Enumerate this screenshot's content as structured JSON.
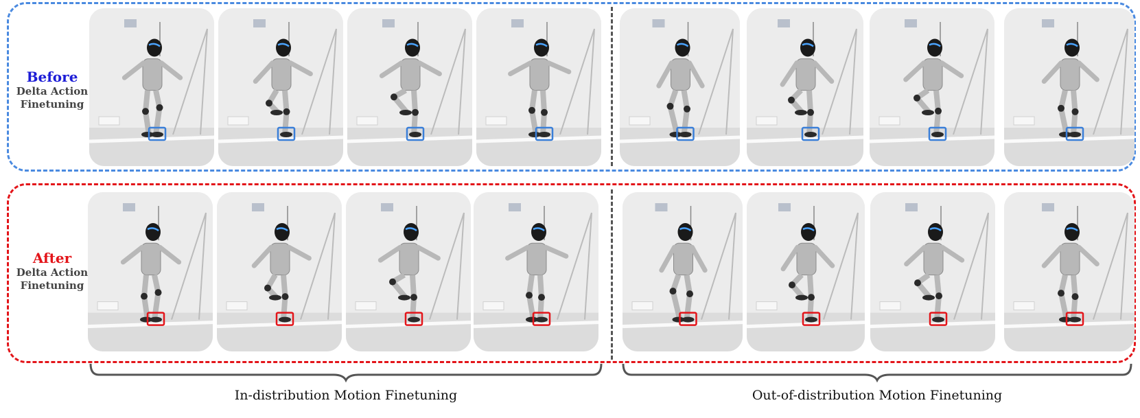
{
  "rows": {
    "before": {
      "title": "Before",
      "subtitle_line1": "Delta Action",
      "subtitle_line2": "Finetuning",
      "title_color": "#1c1cd6",
      "frame_outline_color": "#4a8ae0",
      "highlight_box_color": "#3a7fd8"
    },
    "after": {
      "title": "After",
      "subtitle_line1": "Delta Action",
      "subtitle_line2": "Finetuning",
      "title_color": "#e3151a",
      "frame_outline_color": "#e3151a",
      "highlight_box_color": "#e3151a"
    }
  },
  "groups": {
    "in_distribution": {
      "caption": "In-distribution Motion Finetuning"
    },
    "out_of_distribution": {
      "caption": "Out-of-distribution Motion Finetuning"
    }
  },
  "frames": {
    "content": "humanoid robot performing a motion in a lab, foot highlighted by a colored box",
    "per_row": 8
  }
}
